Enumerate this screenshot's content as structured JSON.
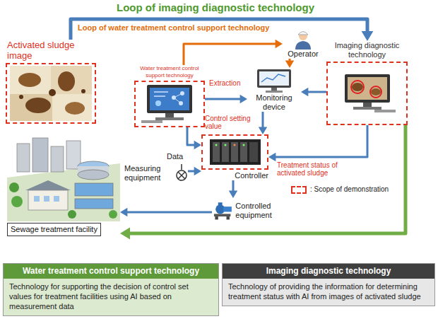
{
  "diagram": {
    "nodes": [
      {
        "text": [
          "Activated sludge image"
        ]
      },
      {
        "text": [
          "Water treatment control support technology"
        ]
      },
      {
        "text": [
          "Operator"
        ]
      },
      {
        "text": [
          "Monitoring device"
        ]
      },
      {
        "text": [
          "Imaging diagnostic technology"
        ]
      },
      {
        "text": [
          "Measuring equipment"
        ]
      },
      {
        "text": [
          "Controller"
        ]
      },
      {
        "text": [
          "Controlled equipment"
        ]
      },
      {
        "text": [
          "Sewage treatment facility"
        ]
      },
      {
        "text": [
          "Water treatment control support technology",
          "Technology for supporting the decision of control set values for treatment facilities using AI based on measurement data"
        ]
      },
      {
        "text": [
          "Imaging diagnostic technology",
          "Technology of providing the information for determining treatment status with AI from images of activated sludge"
        ]
      }
    ],
    "edges": [
      {
        "from": 0,
        "to": 4,
        "arrow": "to"
      },
      {
        "from": 1,
        "to": 3,
        "arrow": "to"
      },
      {
        "from": 1,
        "to": 2,
        "arrow": "to"
      },
      {
        "from": 2,
        "to": 3,
        "arrow": "to"
      },
      {
        "from": 4,
        "to": 3,
        "arrow": "to"
      },
      {
        "from": 1,
        "to": 6,
        "arrow": "to"
      },
      {
        "from": 5,
        "to": 6,
        "arrow": "to"
      },
      {
        "from": 3,
        "to": 6,
        "arrow": "to"
      },
      {
        "from": 4,
        "to": 6,
        "arrow": "to"
      },
      {
        "from": 6,
        "to": 7,
        "arrow": "to"
      },
      {
        "from": 7,
        "to": 8,
        "arrow": "to"
      },
      {
        "from": 4,
        "to": 8,
        "arrow": "to"
      }
    ],
    "labels": [
      "Loop of imaging diagnostic technology",
      "Loop of water treatment control support technology",
      "Extraction",
      "Control setting value",
      "Data",
      "Treatment status of activated sludge"
    ],
    "legend": [
      {
        "text": ": Scope of demonstration"
      }
    ]
  }
}
